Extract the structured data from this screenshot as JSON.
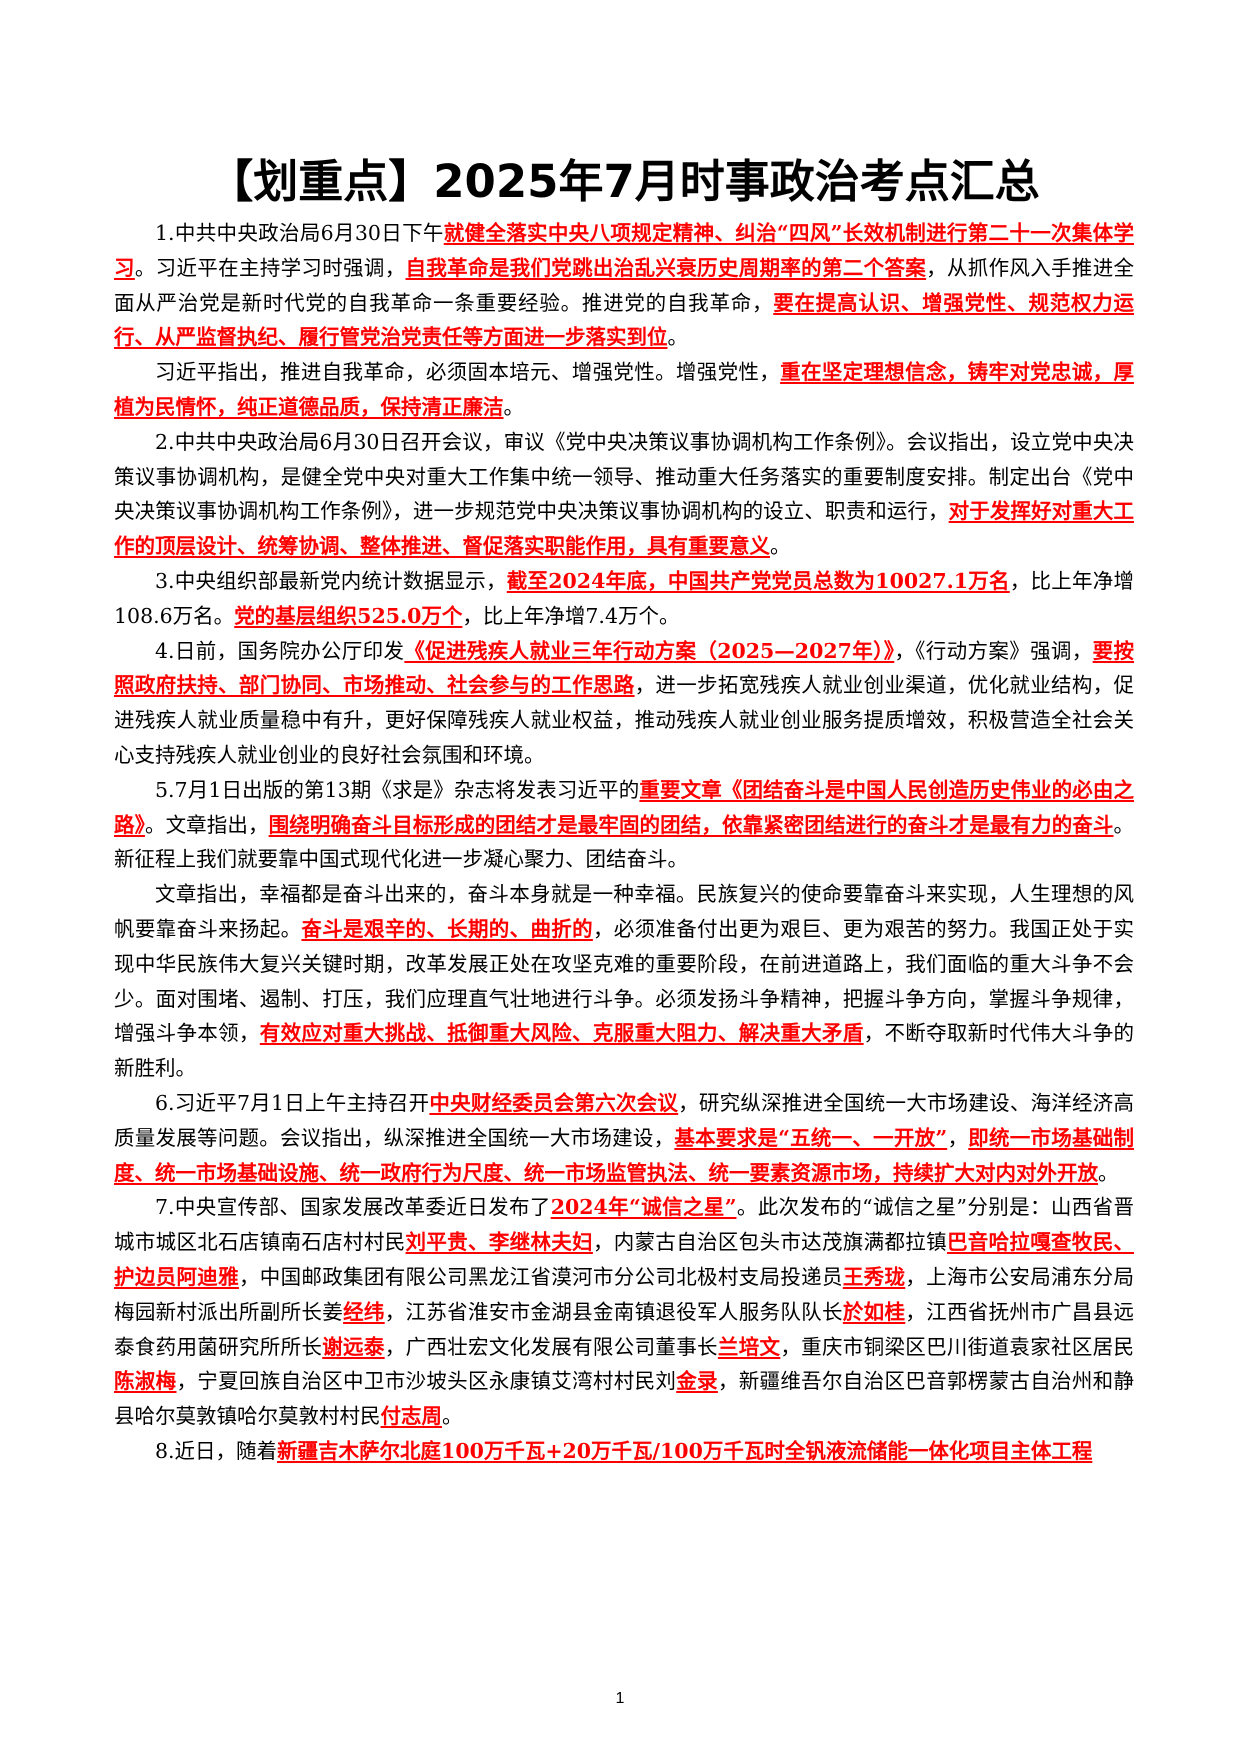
{
  "title": "【划重点】2025年7月时事政治考点汇总",
  "paragraphs": [
    [
      {
        "t": "1.中共中央政治局6月30日下午"
      },
      {
        "t": "就健全落实中央八项规定精神、纠治“四风”长效机制进行第二十一次集体学习",
        "h": true
      },
      {
        "t": "。习近平在主持学习时强调，"
      },
      {
        "t": "自我革命是我们党跳出治乱兴衰历史周期率的第二个答案",
        "h": true
      },
      {
        "t": "，从抓作风入手推进全面从严治党是新时代党的自我革命一条重要经验。推进党的自我革命，"
      },
      {
        "t": "要在提高认识、增强党性、规范权力运行、从严监督执纪、履行管党治党责任等方面进一步落实到位",
        "h": true
      },
      {
        "t": "。"
      }
    ],
    [
      {
        "t": "习近平指出，推进自我革命，必须固本培元、增强党性。增强党性，"
      },
      {
        "t": "重在坚定理想信念，铸牢对党忠诚，厚植为民情怀，纯正道德品质，保持清正廉洁",
        "h": true
      },
      {
        "t": "。"
      }
    ],
    [
      {
        "t": "2.中共中央政治局6月30日召开会议，审议《党中央决策议事协调机构工作条例》。会议指出，设立党中央决策议事协调机构，是健全党中央对重大工作集中统一领导、推动重大任务落实的重要制度安排。制定出台《党中央决策议事协调机构工作条例》，进一步规范党中央决策议事协调机构的设立、职责和运行，"
      },
      {
        "t": "对于发挥好对重大工作的顶层设计、统筹协调、整体推进、督促落实职能作用，具有重要意义",
        "h": true
      },
      {
        "t": "。"
      }
    ],
    [
      {
        "t": "3.中央组织部最新党内统计数据显示，"
      },
      {
        "t": "截至2024年底，中国共产党党员总数为10027.1万名",
        "h": true
      },
      {
        "t": "，比上年净增108.6万名。"
      },
      {
        "t": "党的基层组织525.0万个",
        "h": true
      },
      {
        "t": "，比上年净增7.4万个。"
      }
    ],
    [
      {
        "t": "4.日前，国务院办公厅印发"
      },
      {
        "t": "《促进残疾人就业三年行动方案（2025—2027年）》",
        "h": true
      },
      {
        "t": "，《行动方案》强调，"
      },
      {
        "t": "要按照政府扶持、部门协同、市场推动、社会参与的工作思路",
        "h": true
      },
      {
        "t": "，进一步拓宽残疾人就业创业渠道，优化就业结构，促进残疾人就业质量稳中有升，更好保障残疾人就业权益，推动残疾人就业创业服务提质增效，积极营造全社会关心支持残疾人就业创业的良好社会氛围和环境。"
      }
    ],
    [
      {
        "t": "5.7月1日出版的第13期《求是》杂志将发表习近平的"
      },
      {
        "t": "重要文章《团结奋斗是中国人民创造历史伟业的必由之路》",
        "h": true
      },
      {
        "t": "。文章指出，"
      },
      {
        "t": "围绕明确奋斗目标形成的团结才是最牢固的团结，依靠紧密团结进行的奋斗才是最有力的奋斗",
        "h": true
      },
      {
        "t": "。新征程上我们就要靠中国式现代化进一步凝心聚力、团结奋斗。"
      }
    ],
    [
      {
        "t": "文章指出，幸福都是奋斗出来的，奋斗本身就是一种幸福。民族复兴的使命要靠奋斗来实现，人生理想的风帆要靠奋斗来扬起。"
      },
      {
        "t": "奋斗是艰辛的、长期的、曲折的",
        "h": true
      },
      {
        "t": "，必须准备付出更为艰巨、更为艰苦的努力。我国正处于实现中华民族伟大复兴关键时期，改革发展正处在攻坚克难的重要阶段，在前进道路上，我们面临的重大斗争不会少。面对围堵、遏制、打压，我们应理直气壮地进行斗争。必须发扬斗争精神，把握斗争方向，掌握斗争规律，增强斗争本领，"
      },
      {
        "t": "有效应对重大挑战、抵御重大风险、克服重大阻力、解决重大矛盾",
        "h": true
      },
      {
        "t": "，不断夺取新时代伟大斗争的新胜利。"
      }
    ],
    [
      {
        "t": "6.习近平7月1日上午主持召开"
      },
      {
        "t": "中央财经委员会第六次会议",
        "h": true
      },
      {
        "t": "，研究纵深推进全国统一大市场建设、海洋经济高质量发展等问题。会议指出，纵深推进全国统一大市场建设，"
      },
      {
        "t": "基本要求是“五统一、一开放”",
        "h": true
      },
      {
        "t": "，"
      },
      {
        "t": "即统一市场基础制度、统一市场基础设施、统一政府行为尺度、统一市场监管执法、统一要素资源市场，持续扩大对内对外开放",
        "h": true
      },
      {
        "t": "。"
      }
    ],
    [
      {
        "t": "7.中央宣传部、国家发展改革委近日发布了"
      },
      {
        "t": "2024年“诚信之星”",
        "h": true
      },
      {
        "t": "。此次发布的“诚信之星”分别是：山西省晋城市城区北石店镇南石店村村民"
      },
      {
        "t": "刘平贵、李继林夫妇",
        "h": true
      },
      {
        "t": "，内蒙古自治区包头市达茂旗满都拉镇"
      },
      {
        "t": "巴音哈拉嘎查牧民、护边员阿迪雅",
        "h": true
      },
      {
        "t": "，中国邮政集团有限公司黑龙江省漠河市分公司北极村支局投递员"
      },
      {
        "t": "王秀珑",
        "h": true
      },
      {
        "t": "，上海市公安局浦东分局梅园新村派出所副所长姜"
      },
      {
        "t": "经纬",
        "h": true
      },
      {
        "t": "，江苏省淮安市金湖县金南镇退役军人服务队队长"
      },
      {
        "t": "於如桂",
        "h": true
      },
      {
        "t": "，江西省抚州市广昌县远泰食药用菌研究所所长"
      },
      {
        "t": "谢远泰",
        "h": true
      },
      {
        "t": "，广西壮宏文化发展有限公司董事长"
      },
      {
        "t": "兰培文",
        "h": true
      },
      {
        "t": "，重庆市铜梁区巴川街道袁家社区居民"
      },
      {
        "t": "陈淑梅",
        "h": true
      },
      {
        "t": "，宁夏回族自治区中卫市沙坡头区永康镇艾湾村村民刘"
      },
      {
        "t": "金录",
        "h": true
      },
      {
        "t": "，新疆维吾尔自治区巴音郭楞蒙古自治州和静县哈尔莫敦镇哈尔莫敦村村民"
      },
      {
        "t": "付志周",
        "h": true
      },
      {
        "t": "。"
      }
    ],
    [
      {
        "t": "8.近日，随着"
      },
      {
        "t": "新疆吉木萨尔北庭100万千瓦+20万千瓦/100万千瓦时全钒液流储能一体化项目主体工程",
        "h": true
      }
    ]
  ],
  "page_number": "1"
}
